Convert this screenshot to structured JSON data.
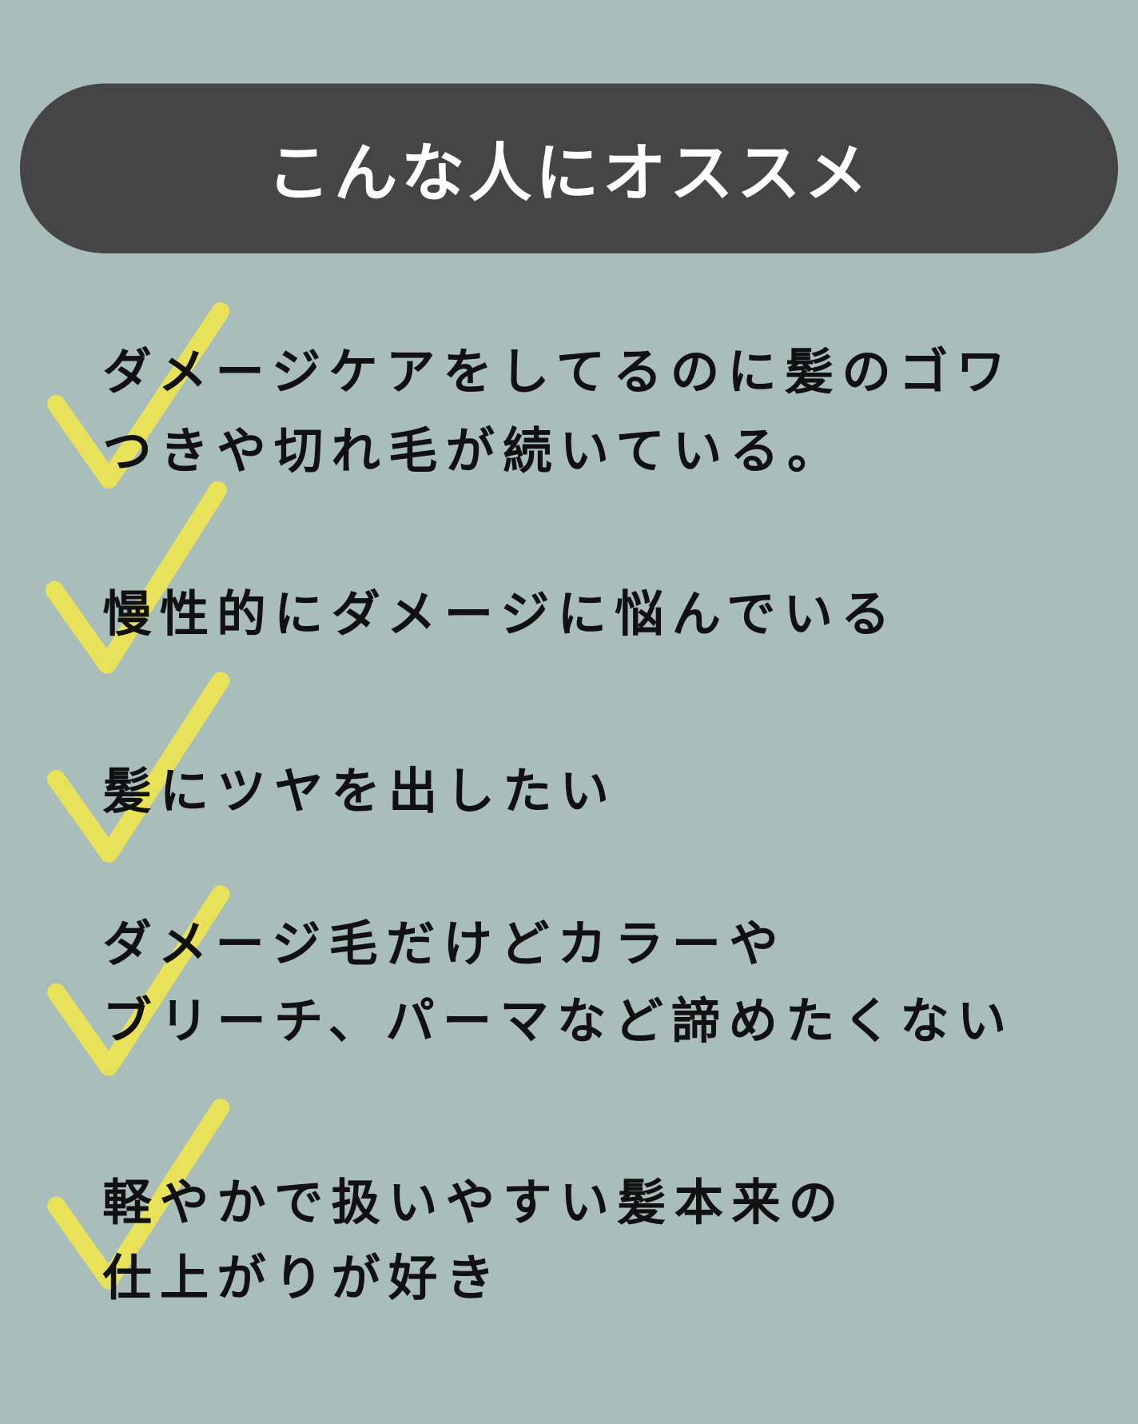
{
  "title": "こんな人にオススメ",
  "colors": {
    "background": "#a9bdbb",
    "banner": "#454545",
    "check": "#e8e25a"
  },
  "icon": "checkmark-icon",
  "items": [
    {
      "lines": [
        "ダメージケアをしてるのに髪のゴワ",
        "つきや切れ毛が続いている。"
      ]
    },
    {
      "lines": [
        "慢性的にダメージに悩んでいる"
      ]
    },
    {
      "lines": [
        "髪にツヤを出したい"
      ]
    },
    {
      "lines": [
        "ダメージ毛だけどカラーや",
        "ブリーチ、パーマなど諦めたくない"
      ]
    },
    {
      "lines": [
        "軽やかで扱いやすい髪本来の",
        "仕上がりが好き"
      ]
    }
  ]
}
